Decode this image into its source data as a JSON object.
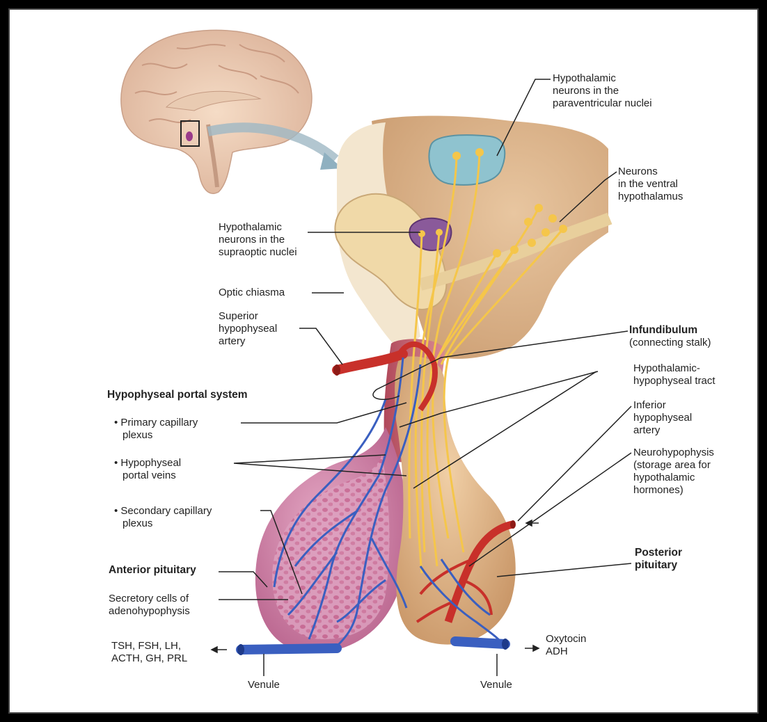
{
  "labels": {
    "paraventricular": [
      "Hypothalamic",
      "neurons in the",
      "paraventricular nuclei"
    ],
    "ventral": [
      "Neurons",
      "in the ventral",
      "hypothalamus"
    ],
    "supraoptic": [
      "Hypothalamic",
      "neurons in the",
      "supraoptic nuclei"
    ],
    "optic_chiasma": "Optic chiasma",
    "superior_artery": [
      "Superior",
      "hypophyseal",
      "artery"
    ],
    "infundibulum_title": "Infundibulum",
    "infundibulum_sub": "(connecting stalk)",
    "portal_system": "Hypophyseal portal system",
    "primary_plexus": [
      "• Primary capillary",
      "plexus"
    ],
    "portal_veins": [
      "• Hypophyseal",
      "portal veins"
    ],
    "secondary_plexus": [
      "• Secondary capillary",
      "plexus"
    ],
    "tract": [
      "Hypothalamic-",
      "hypophyseal tract"
    ],
    "inferior_artery": [
      "Inferior",
      "hypophyseal",
      "artery"
    ],
    "neurohypophysis": [
      "Neurohypophysis",
      "(storage area for",
      "hypothalamic",
      "hormones)"
    ],
    "anterior_pituitary": "Anterior pituitary",
    "posterior_pituitary": [
      "Posterior",
      "pituitary"
    ],
    "secretory_cells": [
      "Secretory cells of",
      "adenohypophysis"
    ],
    "anterior_hormones": [
      "TSH, FSH, LH,",
      "ACTH, GH, PRL"
    ],
    "posterior_hormones": [
      "Oxytocin",
      "ADH"
    ],
    "venule_left": "Venule",
    "venule_right": "Venule"
  },
  "colors": {
    "hypothalamus": "#d9b08a",
    "chiasma": "#f0d9a8",
    "paraventricular_nucleus": "#8fc3cf",
    "supraoptic_nucleus": "#8a5a9a",
    "neuron_fibers": "#f5c64a",
    "artery": "#c8302a",
    "vein": "#3a5fc0",
    "anterior_lobe": "#d998b8",
    "posterior_lobe": "#dcb48a"
  }
}
